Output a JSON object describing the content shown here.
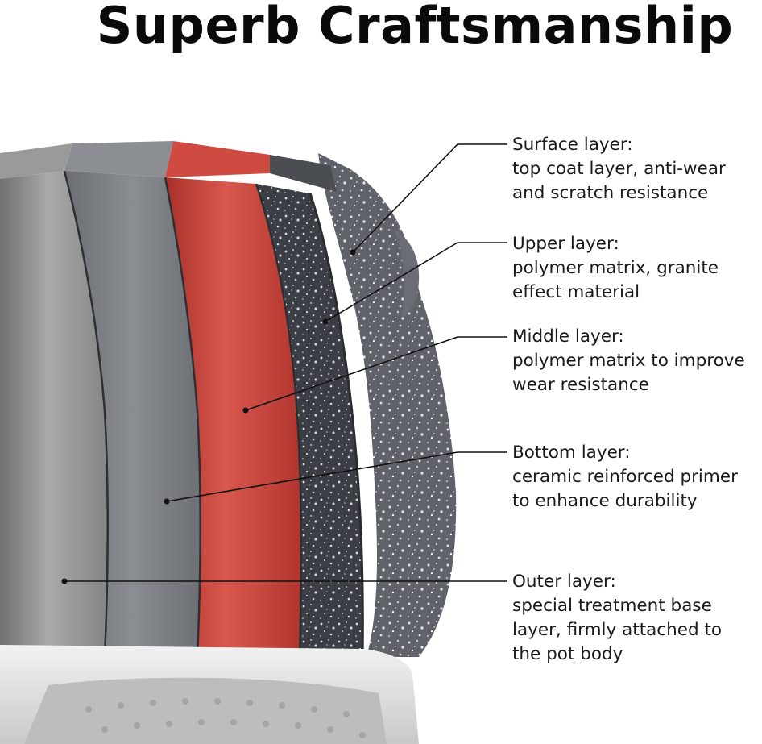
{
  "title": "Superb Craftsmanship",
  "layers": [
    {
      "heading": "Surface layer:",
      "lines": [
        "top coat layer, anti-wear",
        "and scratch resistance"
      ]
    },
    {
      "heading": "Upper layer:",
      "lines": [
        "polymer matrix, granite",
        "effect material"
      ]
    },
    {
      "heading": "Middle layer:",
      "lines": [
        "polymer matrix to improve",
        "wear resistance"
      ]
    },
    {
      "heading": "Bottom layer:",
      "lines": [
        "ceramic reinforced primer",
        "to enhance durability"
      ]
    },
    {
      "heading": "Outer layer:",
      "lines": [
        "special treatment base",
        "layer, firmly attached to",
        "the pot body"
      ]
    }
  ],
  "colors": {
    "steel": "#8f8f8f",
    "grey": "#777b7e",
    "red": "#c23b32",
    "dark_granite": "#3a3d42",
    "light_granite": "#5e6268",
    "text": "#1a1a1a"
  }
}
